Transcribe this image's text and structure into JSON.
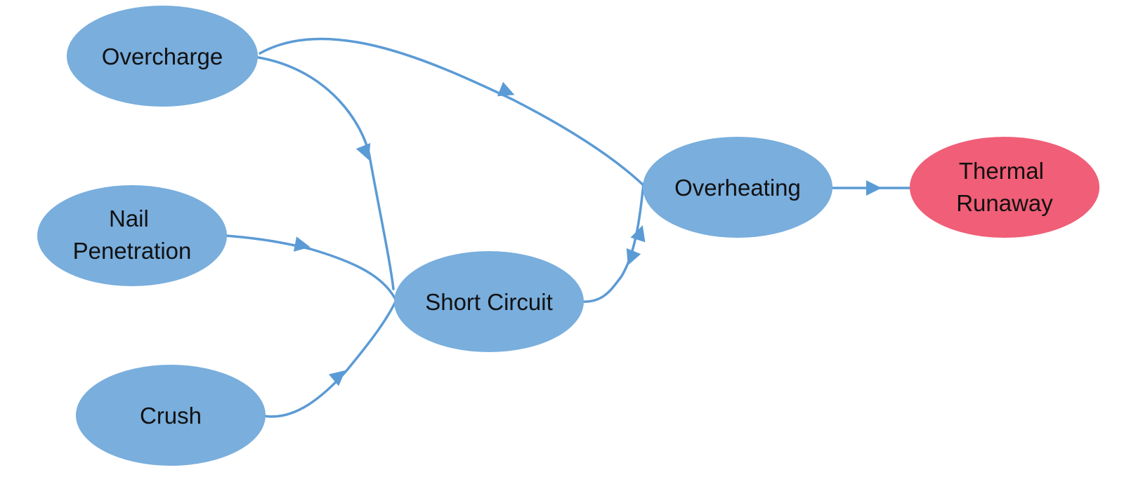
{
  "nodes": {
    "overcharge": {
      "lines": [
        "Overcharge"
      ]
    },
    "nail_penetration": {
      "lines": [
        "Nail",
        "Penetration"
      ]
    },
    "crush": {
      "lines": [
        "Crush"
      ]
    },
    "short_circuit": {
      "lines": [
        "Short Circuit"
      ]
    },
    "overheating": {
      "lines": [
        "Overheating"
      ]
    },
    "thermal_runaway": {
      "lines": [
        "Thermal",
        "Runaway"
      ]
    }
  },
  "edges": [
    {
      "from": "overcharge",
      "to": "overheating"
    },
    {
      "from": "overcharge",
      "to": "short_circuit"
    },
    {
      "from": "nail_penetration",
      "to": "short_circuit"
    },
    {
      "from": "crush",
      "to": "short_circuit"
    },
    {
      "from": "short_circuit",
      "to": "overheating"
    },
    {
      "from": "overheating",
      "to": "thermal_runaway"
    }
  ],
  "colors": {
    "node_default": "#79aedd",
    "node_terminal": "#f05e77",
    "edge": "#5b9bd5",
    "text": "#111111"
  }
}
